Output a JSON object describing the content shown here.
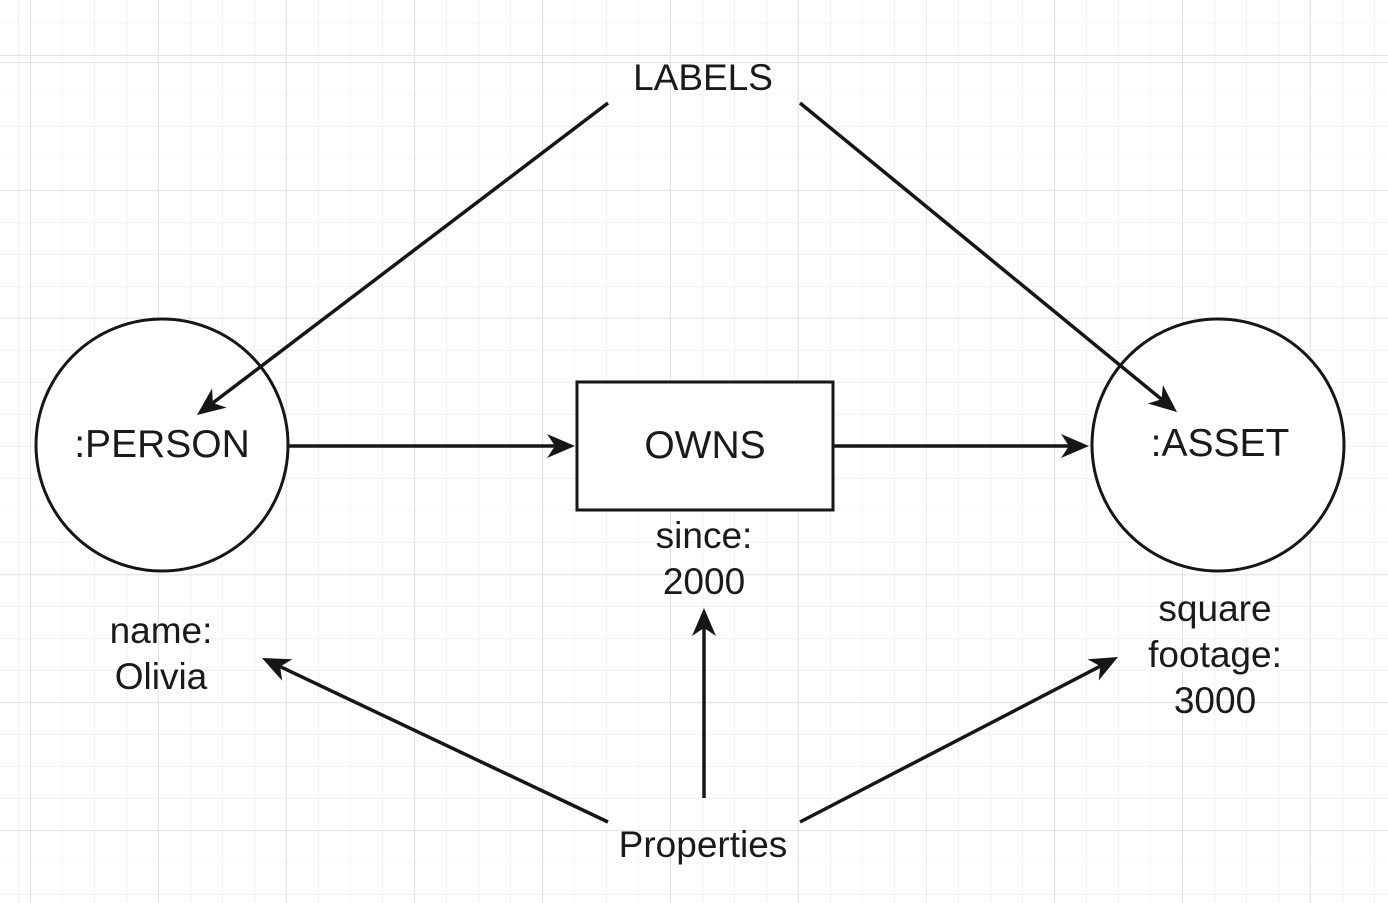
{
  "annotations": {
    "labels": "LABELS",
    "properties": "Properties"
  },
  "nodes": {
    "person": {
      "label": ":PERSON",
      "property": "name:\nOlivia"
    },
    "asset": {
      "label": ":ASSET",
      "property": "square\nfootage:\n3000"
    }
  },
  "relationship": {
    "label": "OWNS",
    "property": "since:\n2000"
  },
  "colors": {
    "shape_stroke": "#161616",
    "text": "#1a1a1a",
    "background": "#ffffff",
    "grid_minor": "#f2f2f2",
    "grid_major": "#e4e4e4"
  }
}
